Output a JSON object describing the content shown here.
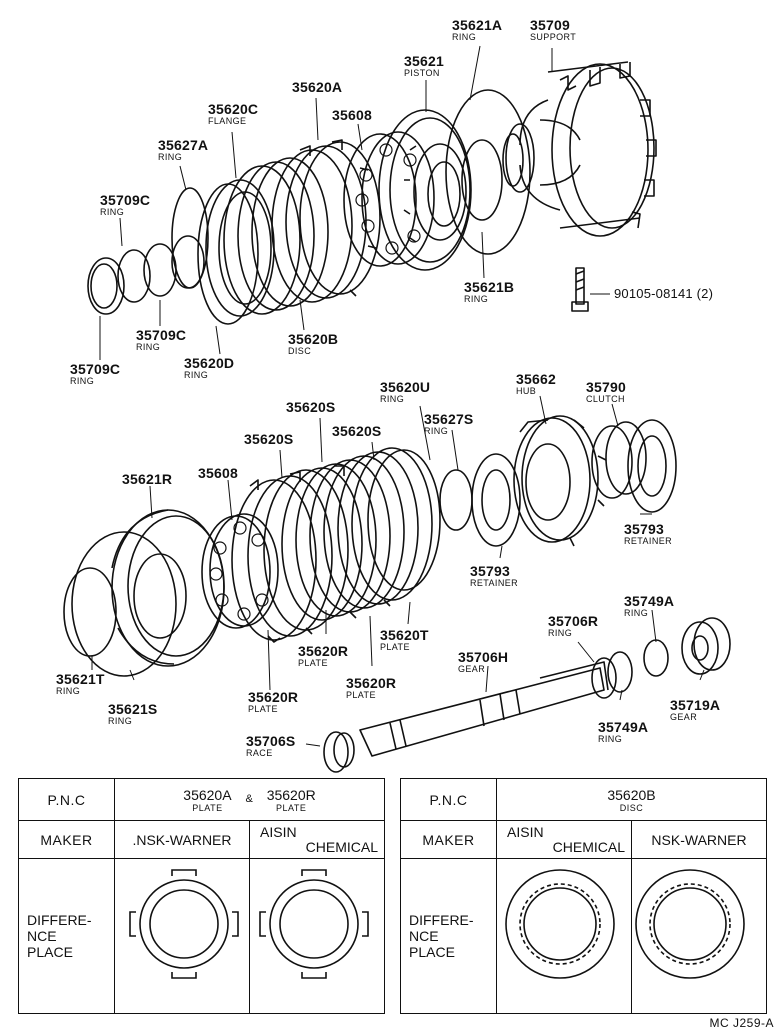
{
  "labels": [
    {
      "id": "p35621A",
      "pn": "35621A",
      "name": "RING"
    },
    {
      "id": "p35709",
      "pn": "35709",
      "name": "SUPPORT"
    },
    {
      "id": "p35621",
      "pn": "35621",
      "name": "PISTON"
    },
    {
      "id": "p35620A",
      "pn": "35620A",
      "name": ""
    },
    {
      "id": "p35620C",
      "pn": "35620C",
      "name": "FLANGE"
    },
    {
      "id": "p35608a",
      "pn": "35608",
      "name": ""
    },
    {
      "id": "p35627A",
      "pn": "35627A",
      "name": "RING"
    },
    {
      "id": "p35709Ca",
      "pn": "35709C",
      "name": "RING"
    },
    {
      "id": "p35621B",
      "pn": "35621B",
      "name": "RING"
    },
    {
      "id": "p90105",
      "pn": "90105-08141 (2)",
      "name": ""
    },
    {
      "id": "p35709Cb",
      "pn": "35709C",
      "name": "RING"
    },
    {
      "id": "p35620B",
      "pn": "35620B",
      "name": "DISC"
    },
    {
      "id": "p35709Cc",
      "pn": "35709C",
      "name": "RING"
    },
    {
      "id": "p35620D",
      "pn": "35620D",
      "name": "RING"
    },
    {
      "id": "p35620U",
      "pn": "35620U",
      "name": "RING"
    },
    {
      "id": "p35662",
      "pn": "35662",
      "name": "HUB"
    },
    {
      "id": "p35790",
      "pn": "35790",
      "name": "CLUTCH"
    },
    {
      "id": "p35620Sa",
      "pn": "35620S",
      "name": ""
    },
    {
      "id": "p35627S",
      "pn": "35627S",
      "name": "RING"
    },
    {
      "id": "p35620Sb",
      "pn": "35620S",
      "name": ""
    },
    {
      "id": "p35620Sc",
      "pn": "35620S",
      "name": ""
    },
    {
      "id": "p35621R",
      "pn": "35621R",
      "name": ""
    },
    {
      "id": "p35608b",
      "pn": "35608",
      "name": ""
    },
    {
      "id": "p35793a",
      "pn": "35793",
      "name": "RETAINER"
    },
    {
      "id": "p35793b",
      "pn": "35793",
      "name": "RETAINER"
    },
    {
      "id": "p35749Aa",
      "pn": "35749A",
      "name": "RING"
    },
    {
      "id": "p35706R",
      "pn": "35706R",
      "name": "RING"
    },
    {
      "id": "p35620T",
      "pn": "35620T",
      "name": "PLATE"
    },
    {
      "id": "p35620Ra",
      "pn": "35620R",
      "name": "PLATE"
    },
    {
      "id": "p35706H",
      "pn": "35706H",
      "name": "GEAR"
    },
    {
      "id": "p35719A",
      "pn": "35719A",
      "name": "GEAR"
    },
    {
      "id": "p35621T",
      "pn": "35621T",
      "name": "RING"
    },
    {
      "id": "p35620Rb",
      "pn": "35620R",
      "name": "PLATE"
    },
    {
      "id": "p35621S",
      "pn": "35621S",
      "name": "RING"
    },
    {
      "id": "p35620Rc",
      "pn": "35620R",
      "name": "PLATE"
    },
    {
      "id": "p35749Ab",
      "pn": "35749A",
      "name": "RING"
    },
    {
      "id": "p35706S",
      "pn": "35706S",
      "name": "RACE"
    }
  ],
  "table_left": {
    "pnc_label": "P.N.C",
    "pn1": "35620A",
    "pn1_name": "PLATE",
    "amp": "&",
    "pn2": "35620R",
    "pn2_name": "PLATE",
    "maker_label": "MAKER",
    "maker1": ".NSK-WARNER",
    "maker2_line1": "AISIN",
    "maker2_line2": "CHEMICAL",
    "diff_line1": "DIFFERE-",
    "diff_line2": "NCE",
    "diff_line3": "PLACE"
  },
  "table_right": {
    "pnc_label": "P.N.C",
    "pn": "35620B",
    "pn_name": "DISC",
    "maker_label": "MAKER",
    "maker1_line1": "AISIN",
    "maker1_line2": "CHEMICAL",
    "maker2": "NSK-WARNER",
    "diff_line1": "DIFFERE-",
    "diff_line2": "NCE",
    "diff_line3": "PLACE"
  },
  "reference": "MC J259-A"
}
